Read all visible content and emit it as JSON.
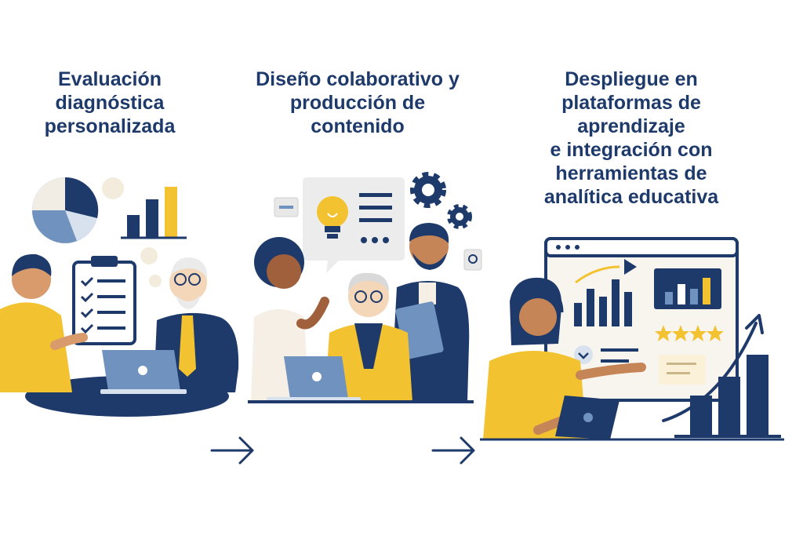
{
  "steps": [
    {
      "title_lines": [
        "Evaluación",
        "diagnóstica",
        "personalizada"
      ]
    },
    {
      "title_lines": [
        "Diseño colaborativo y",
        "producción de",
        "contenido"
      ]
    },
    {
      "title_lines": [
        "Despliegue en",
        "plataformas de",
        "aprendizaje",
        "e integración con",
        "herramientas de",
        "analítica educativa"
      ]
    }
  ],
  "colors": {
    "navy": "#1e3a6b",
    "yellow": "#f2c230",
    "steel_blue": "#6f92be",
    "skin_light": "#f4d6b8",
    "skin_tan": "#d99a6c",
    "skin_brown": "#a0603c"
  },
  "icons": [
    "pie-chart-icon",
    "bar-chart-icon",
    "clipboard-checklist-icon",
    "lightbulb-icon",
    "gear-icon",
    "chat-bubble-icon",
    "laptop-icon",
    "tablet-icon",
    "dashboard-window-icon",
    "star-rating-icon",
    "trend-arrow-icon",
    "arrow-right-icon",
    "headset-icon"
  ]
}
